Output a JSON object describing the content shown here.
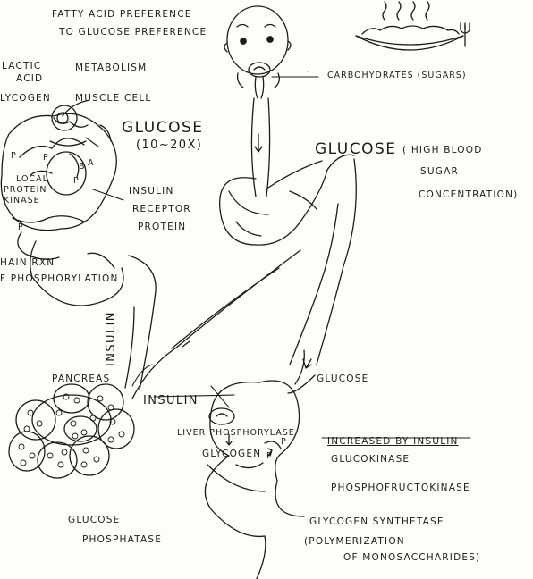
{
  "labels": {
    "fatty_acid_1": "Fatty Acid Preference",
    "fatty_acid_2": "to glucose preference",
    "lactic_acid_1": "Lactic",
    "lactic_acid_2": "Acid",
    "metabolism": "Metabolism",
    "glycogen_muscle": "lycogen",
    "muscle_cell": "Muscle cell",
    "glucose_cell": "Glucose",
    "glucose_multiplier": "(10~20x)",
    "local_protein_kinase_1": "Local",
    "local_protein_kinase_2": "Protein",
    "local_protein_kinase_3": "Kinase",
    "phos_p": "P",
    "beta": "β",
    "alpha": "α",
    "insulin_receptor_1": "Insulin",
    "insulin_receptor_2": "Receptor",
    "insulin_receptor_3": "Protein",
    "chain_rxn_1": "hain Rxn",
    "chain_rxn_2": "f Phosphorylation",
    "carbohydrates": "Carbohydrates (sugars)",
    "glucose_blood": "Glucose",
    "high_blood_1": "( High blood",
    "high_blood_2": "sugar",
    "high_blood_3": "concentration)",
    "insulin_vertical": "Insulin",
    "pancreas": "Pancreas",
    "insulin_horizontal": "Insulin",
    "glucose_liver": "Glucose",
    "liver_phosphorylase": "Liver phosphorylase",
    "glycogen_liver": "Glycogen",
    "increased_by_insulin": "Increased by insulin",
    "glucokinase": "Glucokinase",
    "phosphofructokinase": "Phosphofructokinase",
    "glycogen_synthetase": "Glycogen synthetase",
    "polymerization_1": "(Polymerization",
    "polymerization_2": "of monosaccharides)",
    "glucose_phosphatase_1": "Glucose",
    "glucose_phosphatase_2": "Phosphatase"
  },
  "colors": {
    "ink": "#1c1c1c",
    "paper": "#fdfdfb"
  }
}
